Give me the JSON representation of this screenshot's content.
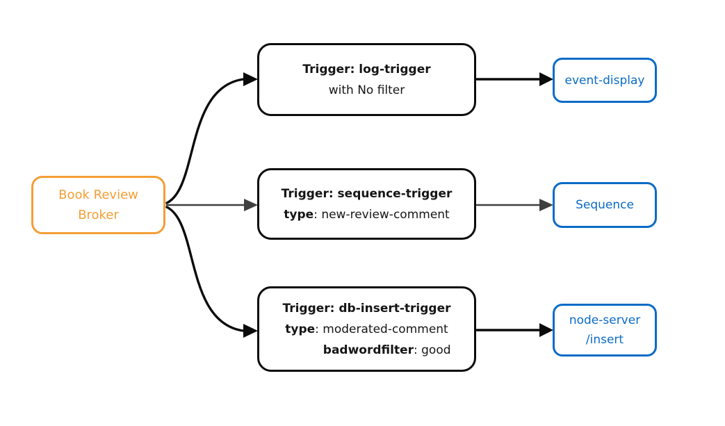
{
  "colors": {
    "broker_accent": "#f49e35",
    "sink_accent": "#0a6bc6",
    "edge_black": "#0b0b0b",
    "edge_gray": "#3f3f3f",
    "trigger_border": "#0b0b0b",
    "background": "#ffffff"
  },
  "diagram": {
    "broker": {
      "line1": "Book Review",
      "line2": "Broker"
    },
    "trigger_log": {
      "title": "Trigger: log-trigger",
      "filter": "with No filter"
    },
    "trigger_sequence": {
      "title": "Trigger: sequence-trigger",
      "type_key": "type",
      "type_value": ": new-review-comment"
    },
    "trigger_db_insert": {
      "title": "Trigger: db-insert-trigger",
      "type_key": "type",
      "type_value": ": moderated-comment",
      "filter_key": "badwordfilter",
      "filter_value": ": good"
    },
    "sink_event_display": {
      "label": "event-display"
    },
    "sink_sequence": {
      "label": "Sequence"
    },
    "sink_node_server": {
      "line1": "node-server",
      "line2": "/insert"
    }
  }
}
